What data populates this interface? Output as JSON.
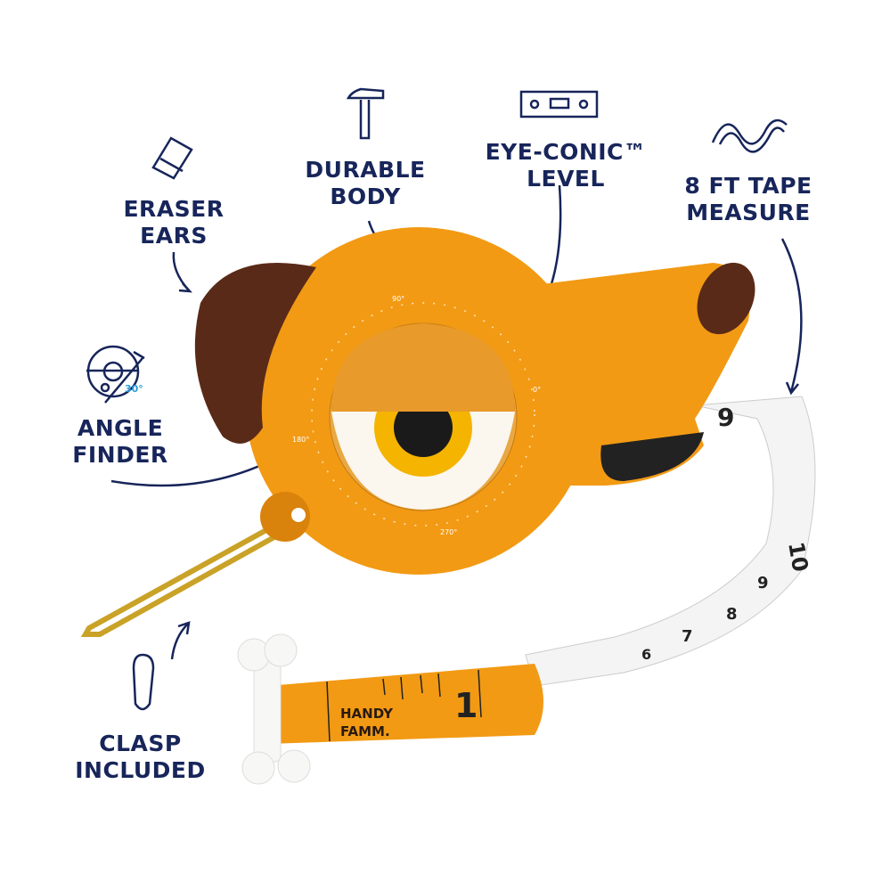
{
  "colors": {
    "label_navy": "#17255a",
    "body_orange": "#f29a14",
    "ear_brown": "#5a2a18",
    "accent_blue": "#2a9bd8",
    "eye_yellow": "#f4b400"
  },
  "features": [
    {
      "id": "eraser",
      "lines": [
        "ERASER",
        "EARS"
      ],
      "icon": "eraser-icon"
    },
    {
      "id": "body",
      "lines": [
        "DURABLE",
        "BODY"
      ],
      "icon": "hammer-icon"
    },
    {
      "id": "level",
      "lines": [
        "EYE-CONIC™",
        "LEVEL"
      ],
      "icon": "level-icon"
    },
    {
      "id": "tape",
      "lines": [
        "8 FT TAPE",
        "MEASURE"
      ],
      "icon": "tape-measure-icon"
    },
    {
      "id": "angle",
      "lines": [
        "ANGLE",
        "FINDER"
      ],
      "icon": "angle-finder-icon"
    },
    {
      "id": "clasp",
      "lines": [
        "CLASP",
        "INCLUDED"
      ],
      "icon": "carabiner-icon"
    }
  ],
  "angle_icon_value": "30°",
  "dial_marks": [
    "90°",
    "0°",
    "180°",
    "270°"
  ],
  "tape_numbers": [
    "9",
    "10",
    "9",
    "8",
    "7",
    "6",
    "1"
  ],
  "brand": "HANDY FAMM"
}
